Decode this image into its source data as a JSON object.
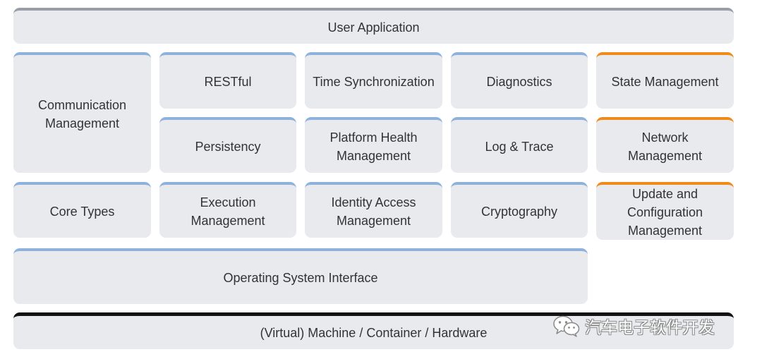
{
  "layers": {
    "user_application": "User Application",
    "communication_management": [
      "Communication",
      "Management"
    ],
    "restful": "RESTful",
    "time_synchronization": "Time Synchronization",
    "diagnostics": "Diagnostics",
    "state_management": "State Management",
    "persistency": "Persistency",
    "platform_health_management": [
      "Platform Health",
      "Management"
    ],
    "log_trace": "Log & Trace",
    "network_management": [
      "Network",
      "Management"
    ],
    "core_types": "Core Types",
    "execution_management": [
      "Execution",
      "Management"
    ],
    "identity_access_management": [
      "Identity Access",
      "Management"
    ],
    "cryptography": "Cryptography",
    "update_configuration_management": [
      "Update and",
      "Configuration",
      "Management"
    ],
    "operating_system_interface": "Operating System Interface",
    "machine_container_hardware": "(Virtual) Machine / Container / Hardware"
  },
  "watermark": {
    "text": "汽车电子软件开发",
    "icon": "wechat-icon"
  },
  "colors": {
    "box_fill": "#e9eaee",
    "accent_blue": "#8fb2dc",
    "accent_orange": "#ee8b1a",
    "accent_gray": "#999da6",
    "accent_black": "#111111"
  }
}
